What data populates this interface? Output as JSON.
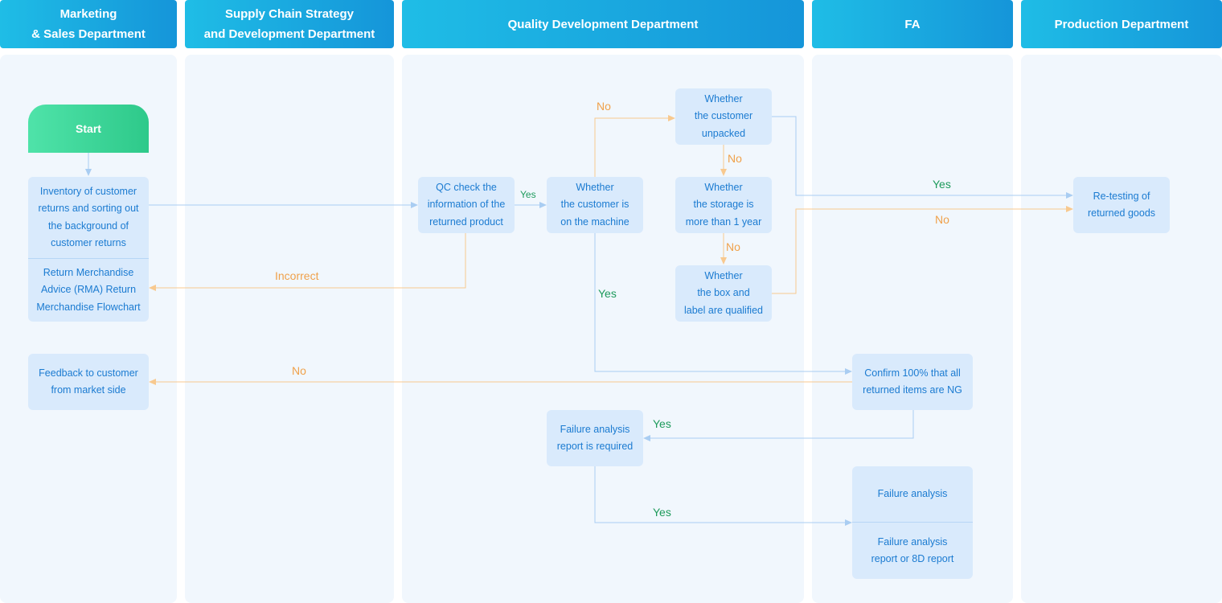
{
  "lanes": {
    "marketing": "Marketing\n& Sales Department",
    "supply_chain": "Supply Chain Strategy\nand Development Department",
    "quality": "Quality Development Department",
    "fa": "FA",
    "production": "Production Department"
  },
  "nodes": {
    "start": "Start",
    "inventory": "Inventory of customer\nreturns and sorting out\nthe background of\ncustomer returns",
    "rma": "Return Merchandise\nAdvice (RMA) Return\nMerchandise Flowchart",
    "feedback": "Feedback to customer\nfrom market side",
    "qc_check": "QC check the\ninformation of the\nreturned product",
    "on_machine": "Whether\nthe customer is\non the machine",
    "unpacked": "Whether\nthe customer\nunpacked",
    "storage": "Whether\nthe storage is\nmore than 1 year",
    "box_label": "Whether\nthe box and\nlabel are qualified",
    "confirm_ng": "Confirm 100% that all\nreturned items are NG",
    "fa_required": "Failure analysis\nreport is required",
    "failure_analysis": "Failure analysis",
    "fa_report": "Failure analysis\nreport or 8D report",
    "retesting": "Re-testing of\nreturned goods"
  },
  "edge_labels": {
    "qc_yes": "Yes",
    "no_to_unpacked": "No",
    "unpacked_no": "No",
    "storage_no": "No",
    "retest_yes": "Yes",
    "retest_no": "No",
    "incorrect": "Incorrect",
    "machine_yes": "Yes",
    "feedback_no": "No",
    "confirm_yes": "Yes",
    "fa_yes": "Yes"
  },
  "colors": {
    "header_gradient": [
      "#1fbde6",
      "#1595d9"
    ],
    "lane_bg": "#f1f7fd",
    "node_bg": "#d9eafc",
    "node_text": "#1b7bd1",
    "start_gradient": [
      "#4fe3a9",
      "#2ec98a"
    ],
    "edge_blue": "#a9cdf2",
    "edge_orange": "#f8c98f",
    "label_yes": "#1d9a5b",
    "label_no": "#f0a14a"
  }
}
